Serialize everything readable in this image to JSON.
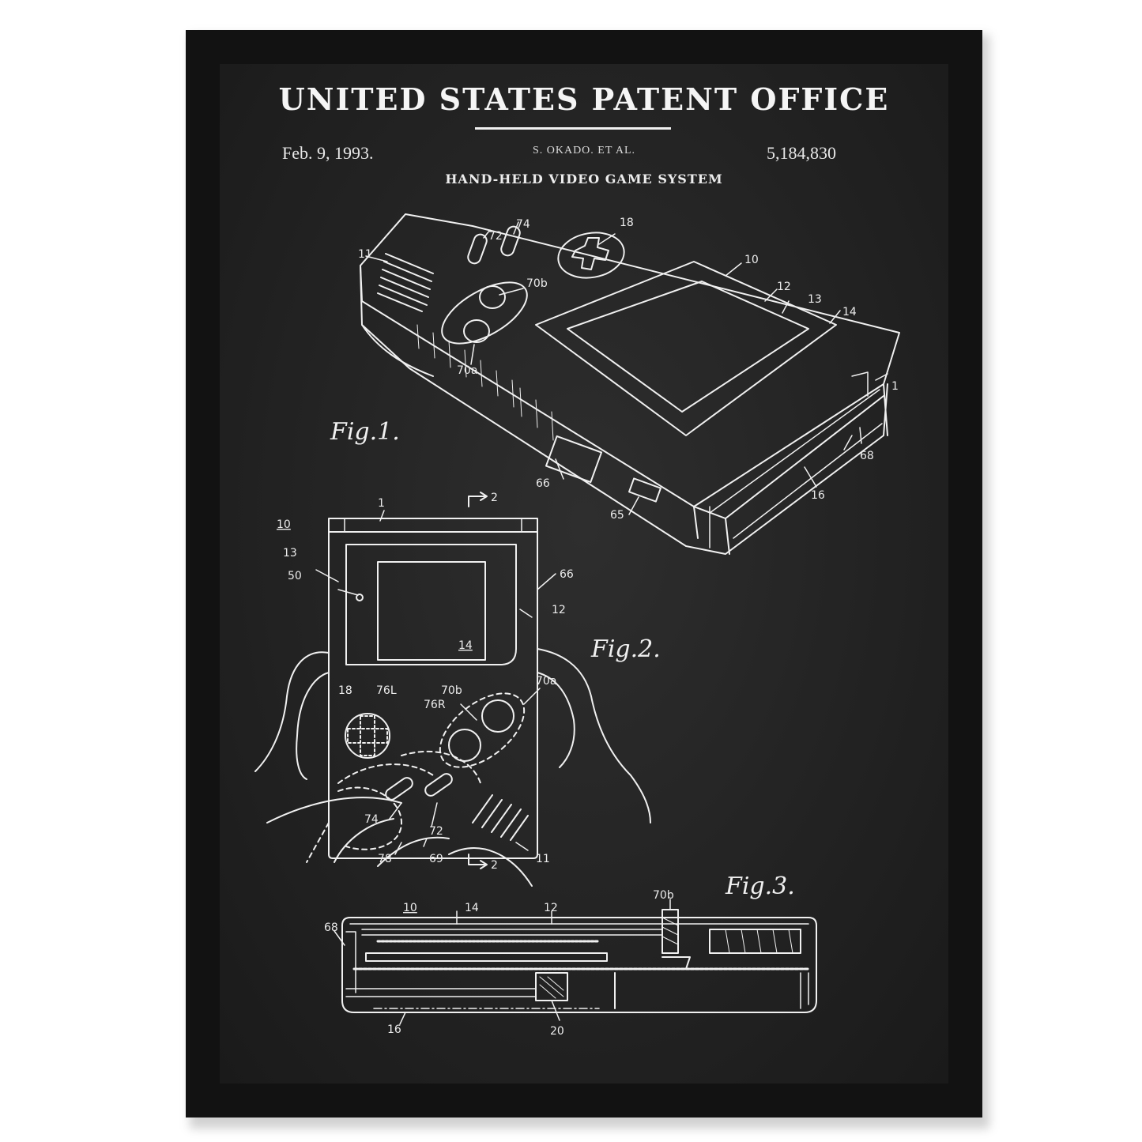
{
  "poster": {
    "title": "UNITED STATES PATENT OFFICE",
    "date": "Feb. 9, 1993.",
    "inventor": "S. OKADO. ET AL.",
    "patent_number": "5,184,830",
    "subtitle": "HAND-HELD VIDEO GAME SYSTEM"
  },
  "figures": {
    "fig1": "Fig.1.",
    "fig2": "Fig.2.",
    "fig3": "Fig.3."
  },
  "refs": {
    "r18": "18",
    "r72": "72",
    "r74": "74",
    "r11": "11",
    "r10": "10",
    "r70b": "70b",
    "r12": "12",
    "r13": "13",
    "r14": "14",
    "r70a": "70a",
    "r66": "66",
    "r65": "65",
    "r68": "68",
    "r16": "16",
    "r1": "1",
    "f2_1": "1",
    "f2_2": "2",
    "f2_10": "10",
    "f2_13": "13",
    "f2_50": "50",
    "f2_66": "66",
    "f2_12": "12",
    "f2_14": "14",
    "f2_18": "18",
    "f2_76L": "76L",
    "f2_70b": "70b",
    "f2_76R": "76R",
    "f2_70a": "70a",
    "f2_74": "74",
    "f2_72": "72",
    "f2_78": "78",
    "f2_69": "69",
    "f2_2b": "2",
    "f2_11": "11",
    "f3_10": "10",
    "f3_14": "14",
    "f3_12": "12",
    "f3_70b": "70b",
    "f3_68": "68",
    "f3_16": "16",
    "f3_20": "20"
  },
  "colors": {
    "board": "#232323",
    "frame": "#121212",
    "ink": "#f0f0f0"
  }
}
